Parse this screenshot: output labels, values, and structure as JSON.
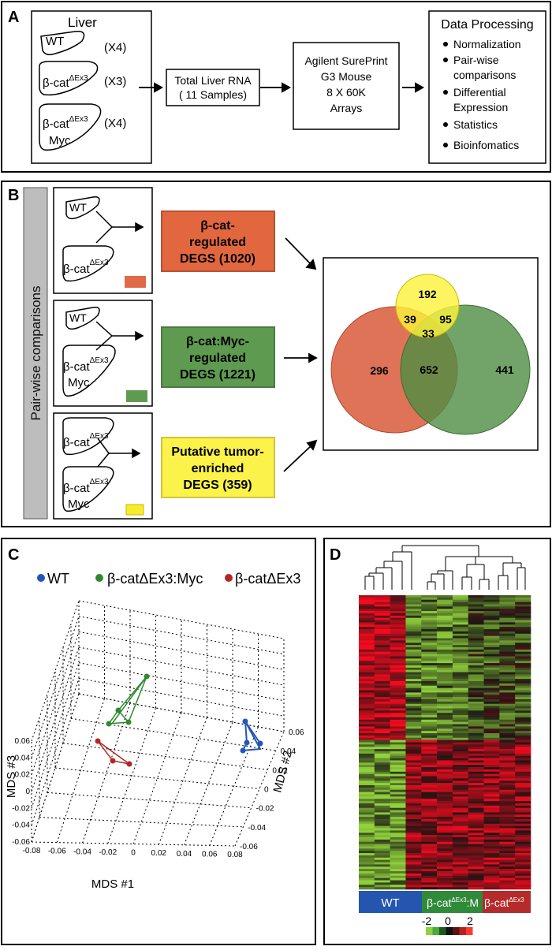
{
  "panelA": {
    "label": "A",
    "liver_title": "Liver",
    "groups": [
      {
        "name": "WT",
        "count": "(X4)"
      },
      {
        "name": "β-cat",
        "sup": "ΔEx3",
        "count": "(X3)"
      },
      {
        "name": "β-cat",
        "sup": "ΔEx3",
        "line2": "Myc",
        "count": "(X4)"
      }
    ],
    "rna_box": [
      "Total Liver RNA",
      "( 11 Samples)"
    ],
    "array_box": [
      "Agilent SurePrint",
      "G3 Mouse",
      "8 X 60K",
      "Arrays"
    ],
    "processing": {
      "title": "Data Processing",
      "items": [
        [
          "Normalization"
        ],
        [
          "Pair-wise",
          "comparisons"
        ],
        [
          "Differential",
          "Expression"
        ],
        [
          "Statistics"
        ],
        [
          "Bioinfomatics"
        ]
      ]
    }
  },
  "panelB": {
    "label": "B",
    "sidebar": "Pair-wise comparisons",
    "comparisons": [
      {
        "top": "WT",
        "bottom": "β-cat",
        "bottom_sup": "ΔEx3",
        "bottom_line2": "",
        "color": "#e06a47"
      },
      {
        "top": "WT",
        "bottom": "β-cat",
        "bottom_sup": "ΔEx3",
        "bottom_line2": "Myc",
        "color": "#5e9a50"
      },
      {
        "top": "β-cat",
        "top_sup": "ΔEx3",
        "bottom": "β-cat",
        "bottom_sup": "ΔEx3",
        "bottom_line2": "Myc",
        "color": "#f6ec2c"
      }
    ],
    "degs": [
      {
        "lines": [
          "β-cat-",
          "regulated",
          "DEGS (1020)"
        ],
        "fill": "#e2673f",
        "stroke": "#b65236"
      },
      {
        "lines": [
          "β-cat:Myc-",
          "regulated",
          "DEGS (1221)"
        ],
        "fill": "#5e9a50",
        "stroke": "#4a7a3f"
      },
      {
        "lines": [
          "Putative tumor-",
          "enriched",
          "DEGS (359)"
        ],
        "fill": "#fbf24a",
        "stroke": "#d4c23a"
      }
    ],
    "venn": {
      "red": "296",
      "green": "441",
      "yellow": "192",
      "red_green": "652",
      "red_yellow": "39",
      "green_yellow": "95",
      "all": "33",
      "colors": {
        "red": "#d95a3a",
        "green": "#4f8d43",
        "yellow": "#fbf33c"
      }
    }
  },
  "panelC": {
    "label": "C",
    "legend": [
      {
        "name": "WT",
        "color": "#2455b8"
      },
      {
        "name": "β-catΔEx3:Myc",
        "color": "#2f8a2f"
      },
      {
        "name": "β-catΔEx3",
        "color": "#b32626"
      }
    ],
    "axis_x_label": "MDS #1",
    "axis_y_label": "MDS #2",
    "axis_z_label": "MDS #3",
    "x_ticks": [
      "-0.08",
      "-0.06",
      "-0.04",
      "-0.02",
      "0",
      "0.02",
      "0.04",
      "0.06",
      "0.08"
    ],
    "y_ticks": [
      "-0.06",
      "-0.04",
      "-0.02",
      "0",
      "0.02",
      "0.04",
      "0.06"
    ],
    "z_ticks": [
      "-0.06",
      "-0.04",
      "-0.02",
      "0",
      "0.02",
      "0.04",
      "0.06"
    ]
  },
  "panelD": {
    "label": "D",
    "groups": [
      {
        "name": "WT",
        "color": "#2456b0"
      },
      {
        "name": "β-cat",
        "sup": "ΔEx3",
        "suffix": ":M",
        "color": "#2f8a3a"
      },
      {
        "name": "β-cat",
        "sup": "ΔEx3",
        "suffix": "",
        "color": "#b52a2a"
      }
    ],
    "scale_ticks": [
      "-2",
      "0",
      "2"
    ],
    "scale_colors": [
      "#8dd240",
      "#4fa83a",
      "#1d5a1d",
      "#111111",
      "#5a1414",
      "#b82020",
      "#ff3a2a"
    ]
  }
}
